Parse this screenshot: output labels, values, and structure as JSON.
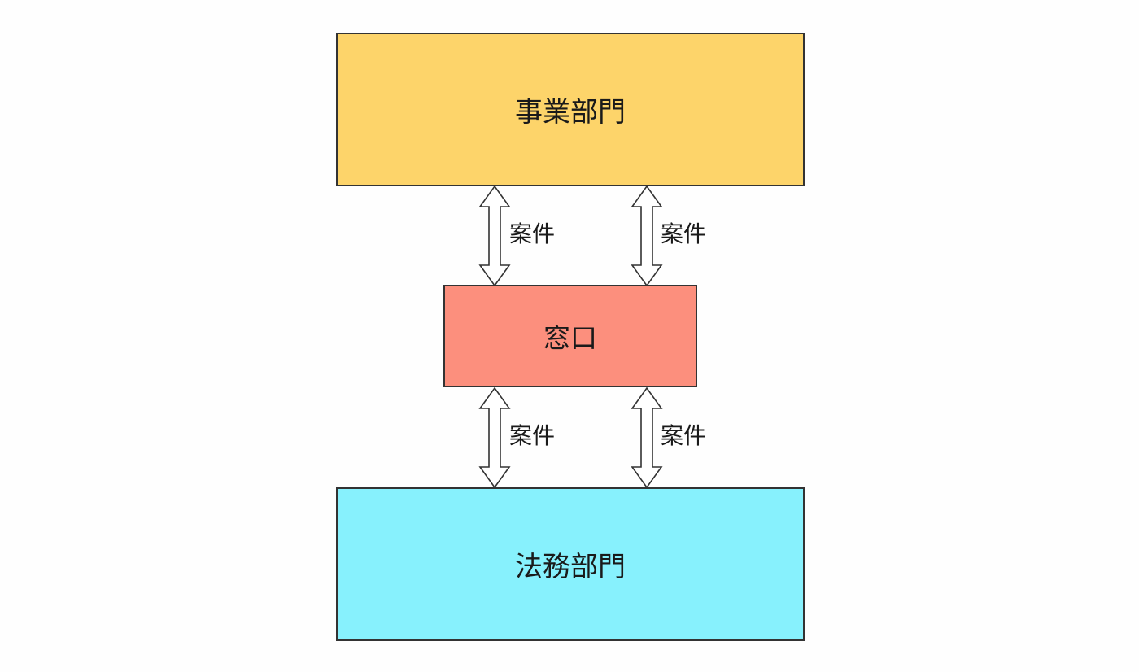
{
  "diagram": {
    "nodes": {
      "business": {
        "label": "事業部門",
        "fill": "#fdd46a"
      },
      "window": {
        "label": "窓口",
        "fill": "#fc8f7d"
      },
      "legal": {
        "label": "法務部門",
        "fill": "#87f1fd"
      }
    },
    "edges": [
      {
        "from": "business",
        "to": "window",
        "label": "案件",
        "direction": "both"
      },
      {
        "from": "business",
        "to": "window",
        "label": "案件",
        "direction": "both"
      },
      {
        "from": "window",
        "to": "legal",
        "label": "案件",
        "direction": "both"
      },
      {
        "from": "window",
        "to": "legal",
        "label": "案件",
        "direction": "both"
      }
    ],
    "colors": {
      "border": "#333333",
      "arrow_fill": "#ffffff",
      "arrow_stroke": "#333333"
    }
  }
}
